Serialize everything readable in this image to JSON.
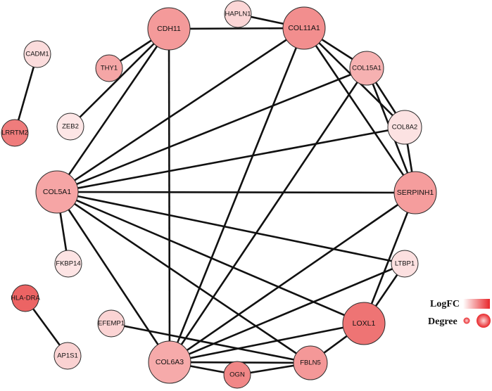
{
  "network": {
    "nodes": [
      {
        "id": "CDH11",
        "degree": "high",
        "color": "#f49a9a"
      },
      {
        "id": "HAPLN1",
        "degree": "low",
        "color": "#fbd6d6"
      },
      {
        "id": "COL11A1",
        "degree": "high",
        "color": "#f28e8e"
      },
      {
        "id": "CADM1",
        "degree": "low",
        "color": "#fbdcdc"
      },
      {
        "id": "THY1",
        "degree": "low",
        "color": "#f5a6a6"
      },
      {
        "id": "COL15A1",
        "degree": "mid",
        "color": "#f6b1b1"
      },
      {
        "id": "ZEB2",
        "degree": "low",
        "color": "#fde6e6"
      },
      {
        "id": "LRRTM2",
        "degree": "low",
        "color": "#ef7c7c"
      },
      {
        "id": "COL8A2",
        "degree": "mid",
        "color": "#fce2e2"
      },
      {
        "id": "COL5A1",
        "degree": "high",
        "color": "#f6a5a5"
      },
      {
        "id": "SERPINH1",
        "degree": "high",
        "color": "#f59d9d"
      },
      {
        "id": "FKBP14",
        "degree": "low",
        "color": "#fde4e4"
      },
      {
        "id": "LTBP1",
        "degree": "low",
        "color": "#fce0e0"
      },
      {
        "id": "HLA-DRA",
        "degree": "low",
        "color": "#ec6464"
      },
      {
        "id": "EFEMP1",
        "degree": "low",
        "color": "#fbd4d4"
      },
      {
        "id": "LOXL1",
        "degree": "high",
        "color": "#ee7474"
      },
      {
        "id": "AP1S1",
        "degree": "low",
        "color": "#fad2d2"
      },
      {
        "id": "COL6A3",
        "degree": "high",
        "color": "#f6aaaa"
      },
      {
        "id": "FBLN5",
        "degree": "mid",
        "color": "#f49898"
      },
      {
        "id": "OGN",
        "degree": "low",
        "color": "#f18787"
      }
    ],
    "edges": [
      [
        "CDH11",
        "COL11A1"
      ],
      [
        "CDH11",
        "THY1"
      ],
      [
        "CDH11",
        "ZEB2"
      ],
      [
        "CDH11",
        "COL5A1"
      ],
      [
        "CDH11",
        "COL6A3"
      ],
      [
        "HAPLN1",
        "COL11A1"
      ],
      [
        "CADM1",
        "LRRTM2"
      ],
      [
        "COL11A1",
        "COL15A1"
      ],
      [
        "COL11A1",
        "COL8A2"
      ],
      [
        "COL11A1",
        "SERPINH1"
      ],
      [
        "COL11A1",
        "COL5A1"
      ],
      [
        "COL11A1",
        "COL6A3"
      ],
      [
        "COL15A1",
        "COL8A2"
      ],
      [
        "COL15A1",
        "SERPINH1"
      ],
      [
        "COL15A1",
        "COL5A1"
      ],
      [
        "COL15A1",
        "COL6A3"
      ],
      [
        "COL8A2",
        "SERPINH1"
      ],
      [
        "COL8A2",
        "COL5A1"
      ],
      [
        "SERPINH1",
        "COL5A1"
      ],
      [
        "SERPINH1",
        "LOXL1"
      ],
      [
        "SERPINH1",
        "COL6A3"
      ],
      [
        "COL5A1",
        "FKBP14"
      ],
      [
        "COL5A1",
        "LTBP1"
      ],
      [
        "COL5A1",
        "LOXL1"
      ],
      [
        "COL5A1",
        "COL6A3"
      ],
      [
        "COL5A1",
        "FBLN5"
      ],
      [
        "LTBP1",
        "LOXL1"
      ],
      [
        "LTBP1",
        "COL6A3"
      ],
      [
        "HLA-DRA",
        "AP1S1"
      ],
      [
        "EFEMP1",
        "FBLN5"
      ],
      [
        "LOXL1",
        "COL6A3"
      ],
      [
        "LOXL1",
        "FBLN5"
      ],
      [
        "COL6A3",
        "OGN"
      ],
      [
        "COL6A3",
        "FBLN5"
      ],
      [
        "OGN",
        "FBLN5"
      ]
    ]
  },
  "legend": {
    "logfc_label": "LogFC",
    "degree_label": "Degree",
    "logfc_gradient": [
      "#ffffff",
      "#e8262a"
    ],
    "degree_color": "#e8262a"
  }
}
